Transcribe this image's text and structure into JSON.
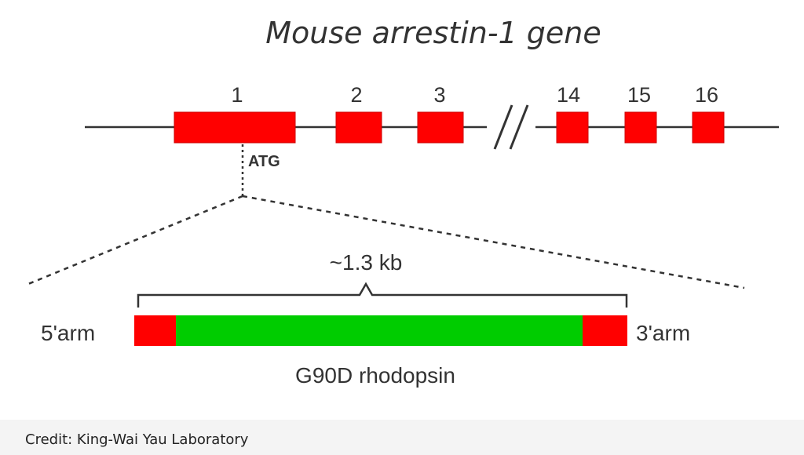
{
  "title": "Mouse arrestin-1 gene",
  "exons": [
    "1",
    "2",
    "3",
    "14",
    "15",
    "16"
  ],
  "start_codon": "ATG",
  "size_label": "~1.3 kb",
  "arm_5_label": "5'arm",
  "arm_3_label": "3'arm",
  "insert_label": "G90D rhodopsin",
  "credit": "Credit: King-Wai Yau Laboratory",
  "colors": {
    "exon": "#ff0000",
    "insert": "#00cc00",
    "line": "#333333"
  }
}
